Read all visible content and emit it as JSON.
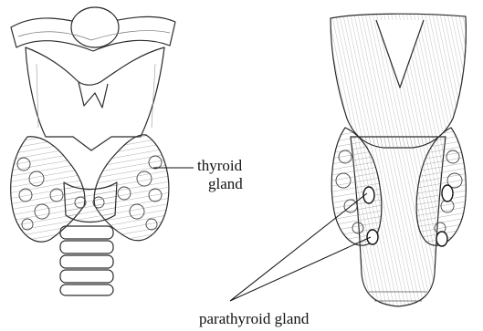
{
  "labels": {
    "thyroid_line1": "thyroid",
    "thyroid_line2": "gland",
    "parathyroid": "parathyroid gland"
  },
  "colors": {
    "ink": "#2b2b2b",
    "light_ink": "#555555",
    "background": "#ffffff"
  },
  "figures": {
    "left": "anterior-view-larynx-thyroid",
    "right": "posterior-view-larynx-thyroid-parathyroid"
  }
}
